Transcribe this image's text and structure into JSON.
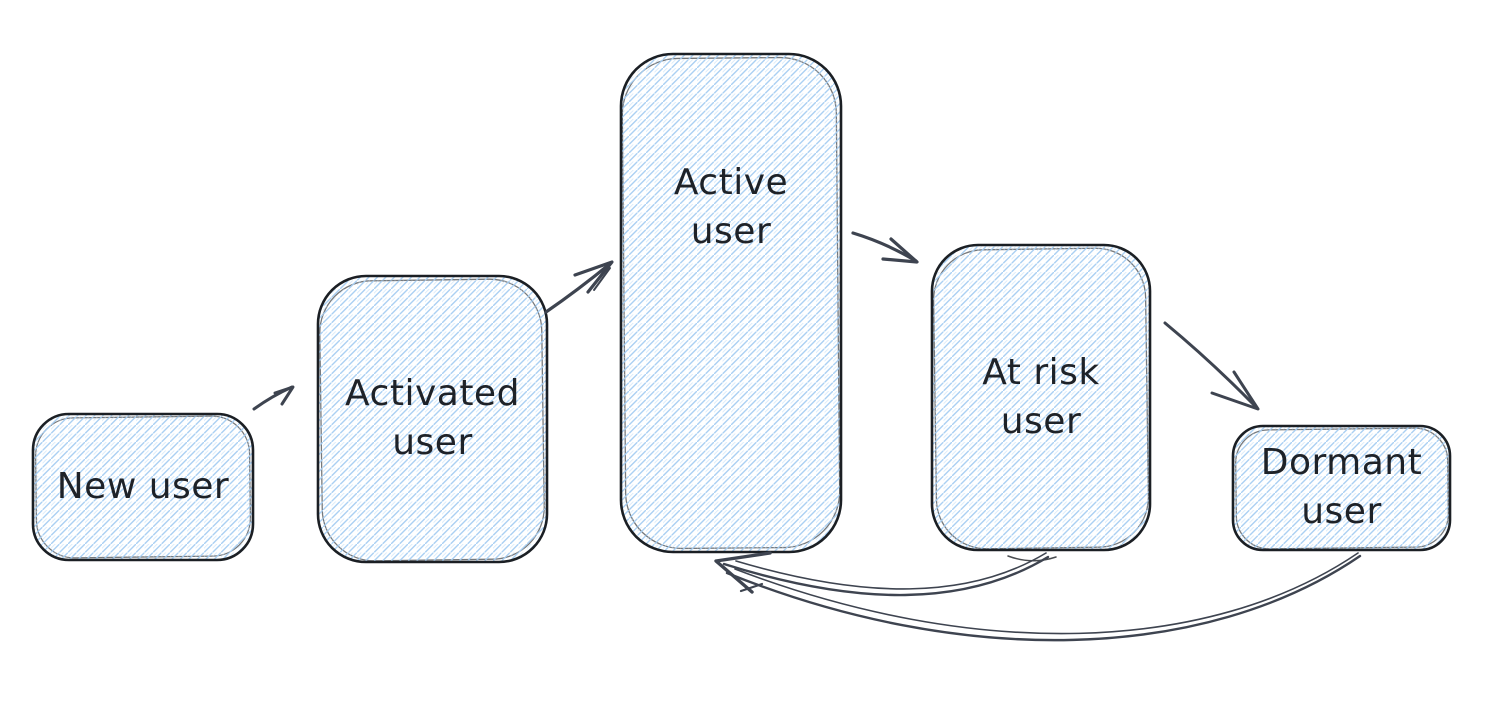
{
  "canvas": {
    "type": "hand-drawn-flow-diagram",
    "background": "#ffffff",
    "colors": {
      "node_stroke": "#1b1f24",
      "node_hatch_fill": "#a6cdf2",
      "arrow_stroke": "#3e4450",
      "text": "#1e2228"
    },
    "nodes": [
      {
        "id": "new-user",
        "label": "New user",
        "lines": [
          "New user"
        ]
      },
      {
        "id": "activated-user",
        "label": "Activated user",
        "lines": [
          "Activated",
          "user"
        ]
      },
      {
        "id": "active-user",
        "label": "Active user",
        "lines": [
          "Active",
          "user"
        ]
      },
      {
        "id": "at-risk-user",
        "label": "At risk user",
        "lines": [
          "At risk",
          "user"
        ]
      },
      {
        "id": "dormant-user",
        "label": "Dormant user",
        "lines": [
          "Dormant",
          "user"
        ]
      }
    ],
    "edges": [
      {
        "from": "new-user",
        "to": "activated-user",
        "shape": "straight-arrow"
      },
      {
        "from": "activated-user",
        "to": "active-user",
        "shape": "straight-arrow"
      },
      {
        "from": "active-user",
        "to": "at-risk-user",
        "shape": "straight-arrow"
      },
      {
        "from": "at-risk-user",
        "to": "dormant-user",
        "shape": "straight-arrow"
      },
      {
        "from": "at-risk-user",
        "to": "active-user",
        "shape": "curved-return-arrow"
      },
      {
        "from": "dormant-user",
        "to": "active-user",
        "shape": "curved-return-arrow"
      }
    ]
  }
}
